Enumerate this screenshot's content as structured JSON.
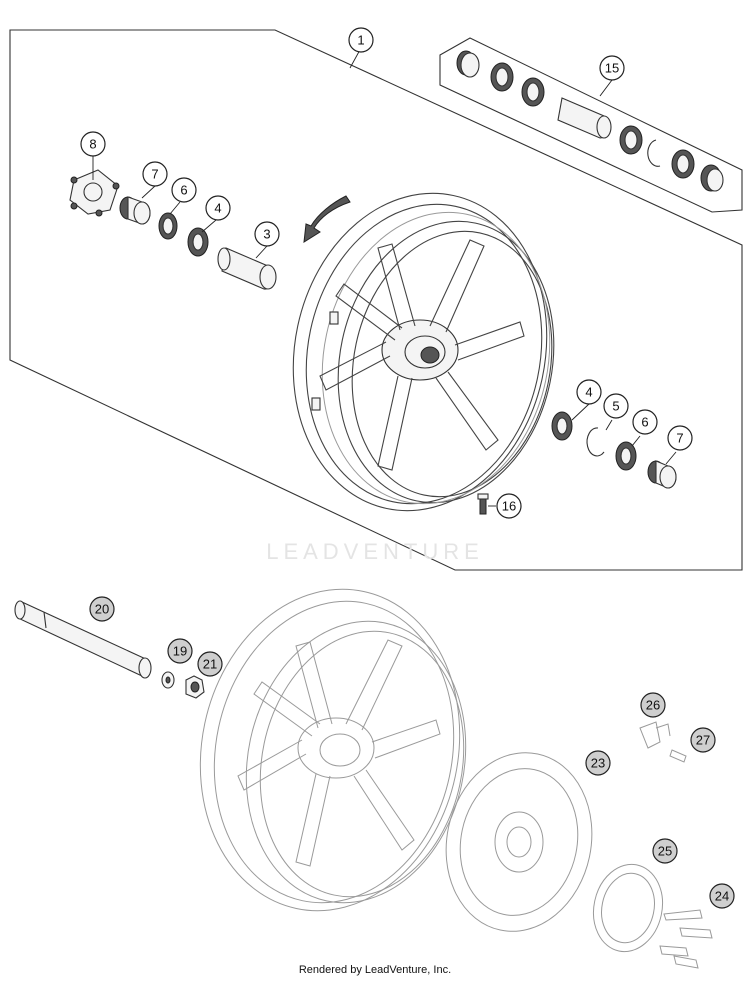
{
  "watermark": "LEADVENTURE",
  "footer": "Rendered by LeadVenture, Inc.",
  "callouts": {
    "c1": "1",
    "c15": "15",
    "c8": "8",
    "c7a": "7",
    "c6a": "6",
    "c4a": "4",
    "c3": "3",
    "c4b": "4",
    "c5": "5",
    "c6b": "6",
    "c7b": "7",
    "c16": "16",
    "c20": "20",
    "c19": "19",
    "c21": "21",
    "c26": "26",
    "c27": "27",
    "c23": "23",
    "c25": "25",
    "c24": "24"
  },
  "grey_callouts": [
    "20",
    "19",
    "21",
    "26",
    "27",
    "23",
    "25",
    "24"
  ]
}
